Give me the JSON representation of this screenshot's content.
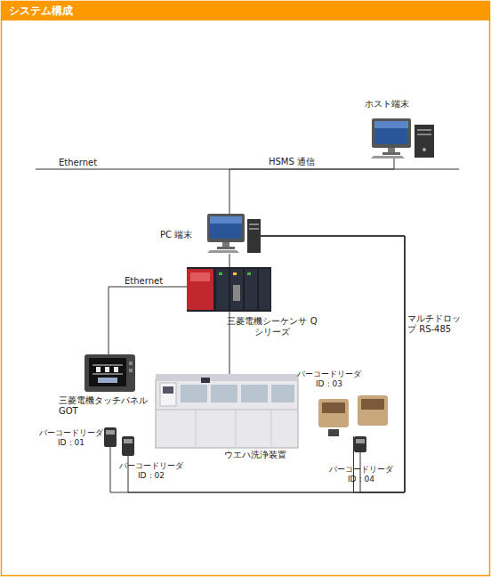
{
  "diagram": {
    "title": "システム構成",
    "nodes": [
      {
        "text": [
          "ホスト端末"
        ]
      },
      {
        "text": [
          "PC 端末"
        ]
      },
      {
        "text": [
          "三菱電機シーケンサ Q シリーズ"
        ]
      },
      {
        "text": [
          "三菱電機タッチパネル GOT"
        ]
      },
      {
        "text": [
          "ウエハ洗浄装置"
        ]
      },
      {
        "text": [
          "バーコードリーダ ID：01"
        ]
      },
      {
        "text": [
          "バーコードリーダ ID：02"
        ]
      },
      {
        "text": [
          "バーコードリーダ ID：03"
        ]
      },
      {
        "text": [
          "バーコードリーダ ID：04"
        ]
      }
    ],
    "edges": [
      {
        "from": 1,
        "to": 0,
        "arrow": "none",
        "label": "HSMS 通信"
      },
      {
        "from": 1,
        "to": 2,
        "arrow": "none"
      },
      {
        "from": 2,
        "to": 3,
        "arrow": "none",
        "label": "Ethernet"
      },
      {
        "from": 2,
        "to": 4,
        "arrow": "none"
      },
      {
        "from": 1,
        "to": 5,
        "arrow": "none"
      },
      {
        "from": 1,
        "to": 6,
        "arrow": "none"
      },
      {
        "from": 1,
        "to": 7,
        "arrow": "none"
      },
      {
        "from": 1,
        "to": 8,
        "arrow": "none",
        "label": "マルチドロップ RS-485"
      }
    ],
    "labels": [
      "Ethernet"
    ]
  }
}
